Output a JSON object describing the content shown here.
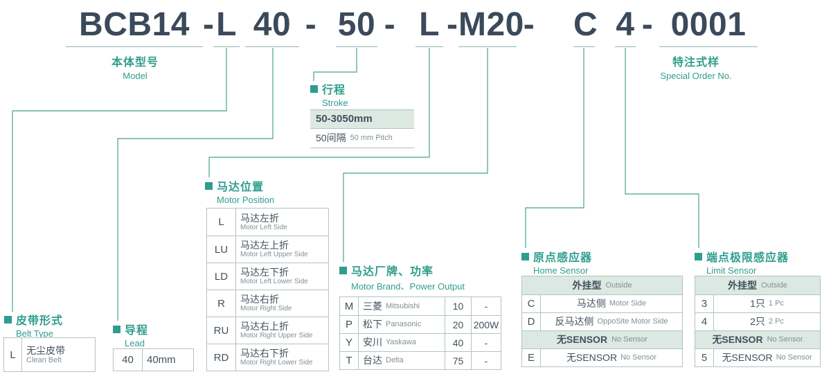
{
  "model_code": {
    "parts": [
      {
        "text": "BCB14",
        "underline": true
      },
      {
        "text": "-",
        "underline": false
      },
      {
        "text": "L",
        "underline": true
      },
      {
        "text": "40",
        "underline": true
      },
      {
        "text": "-",
        "underline": false
      },
      {
        "text": "50",
        "underline": true
      },
      {
        "text": "-",
        "underline": false
      },
      {
        "text": "L",
        "underline": true
      },
      {
        "text": "-",
        "underline": false
      },
      {
        "text": "M20",
        "underline": true
      },
      {
        "text": "-",
        "underline": false
      },
      {
        "text": "C",
        "underline": true
      },
      {
        "text": "4",
        "underline": true
      },
      {
        "text": "-",
        "underline": false
      },
      {
        "text": "0001",
        "underline": true
      }
    ]
  },
  "labels": {
    "model": {
      "cn": "本体型号",
      "en": "Model"
    },
    "special_order": {
      "cn": "特注式样",
      "en": "Special Order No."
    }
  },
  "stroke": {
    "title_cn": "行程",
    "title_en": "Stroke",
    "range": "50-3050mm",
    "pitch_cn": "50间隔",
    "pitch_en": "50 mm Pitch"
  },
  "motor_position": {
    "title_cn": "马达位置",
    "title_en": "Motor Position",
    "rows": [
      {
        "code": "L",
        "cn": "马达左折",
        "en": "Motor Left Side"
      },
      {
        "code": "LU",
        "cn": "马达左上折",
        "en": "Motor Left Upper Side"
      },
      {
        "code": "LD",
        "cn": "马达左下折",
        "en": "Motor Left Lower Side"
      },
      {
        "code": "R",
        "cn": "马达右折",
        "en": "Motor Right Side"
      },
      {
        "code": "RU",
        "cn": "马达右上折",
        "en": "Motor Right Upper Side"
      },
      {
        "code": "RD",
        "cn": "马达右下折",
        "en": "Motor Right Lower Side"
      }
    ]
  },
  "motor_brand": {
    "title_cn": "马达厂牌、功率",
    "title_en": "Motor Brand、Power Output",
    "rows": [
      {
        "code": "M",
        "brand_cn": "三菱",
        "brand_en": "Mitsubishi",
        "power_code": "10",
        "power": "-"
      },
      {
        "code": "P",
        "brand_cn": "松下",
        "brand_en": "Panasonic",
        "power_code": "20",
        "power": "200W"
      },
      {
        "code": "Y",
        "brand_cn": "安川",
        "brand_en": "Yaskawa",
        "power_code": "40",
        "power": "-"
      },
      {
        "code": "T",
        "brand_cn": "台达",
        "brand_en": "Delta",
        "power_code": "75",
        "power": "-"
      }
    ]
  },
  "home_sensor": {
    "title_cn": "原点感应器",
    "title_en": "Home Sensor",
    "group1_cn": "外挂型",
    "group1_en": "Outside",
    "rows1": [
      {
        "code": "C",
        "cn": "马达侧",
        "en": "Motor Side"
      },
      {
        "code": "D",
        "cn": "反马达侧",
        "en": "OppoSite Motor Side"
      }
    ],
    "group2_cn": "无SENSOR",
    "group2_en": "No Sensor",
    "rows2": [
      {
        "code": "E",
        "cn": "无SENSOR",
        "en": "No Sensor"
      }
    ]
  },
  "limit_sensor": {
    "title_cn": "端点极限感应器",
    "title_en": "Limit Sensor",
    "group1_cn": "外挂型",
    "group1_en": "Outside",
    "rows1": [
      {
        "code": "3",
        "cn": "1只",
        "en": "1 Pc"
      },
      {
        "code": "4",
        "cn": "2只",
        "en": "2 Pc"
      }
    ],
    "group2_cn": "无SENSOR",
    "group2_en": "No Sensor",
    "rows2": [
      {
        "code": "5",
        "cn": "无SENSOR",
        "en": "No Sensor"
      }
    ]
  },
  "belt_type": {
    "title_cn": "皮带形式",
    "title_en": "Belt Type",
    "rows": [
      {
        "code": "L",
        "cn": "无尘皮带",
        "en": "Clean Belt"
      }
    ]
  },
  "lead": {
    "title_cn": "导程",
    "title_en": "Lead",
    "rows": [
      {
        "code": "40",
        "value": "40mm"
      }
    ]
  },
  "colors": {
    "accent_teal": "#2f9d8d",
    "code_dark": "#3a4a5b",
    "row_highlight": "#dbe9e2",
    "table_border": "#b2c4be"
  }
}
